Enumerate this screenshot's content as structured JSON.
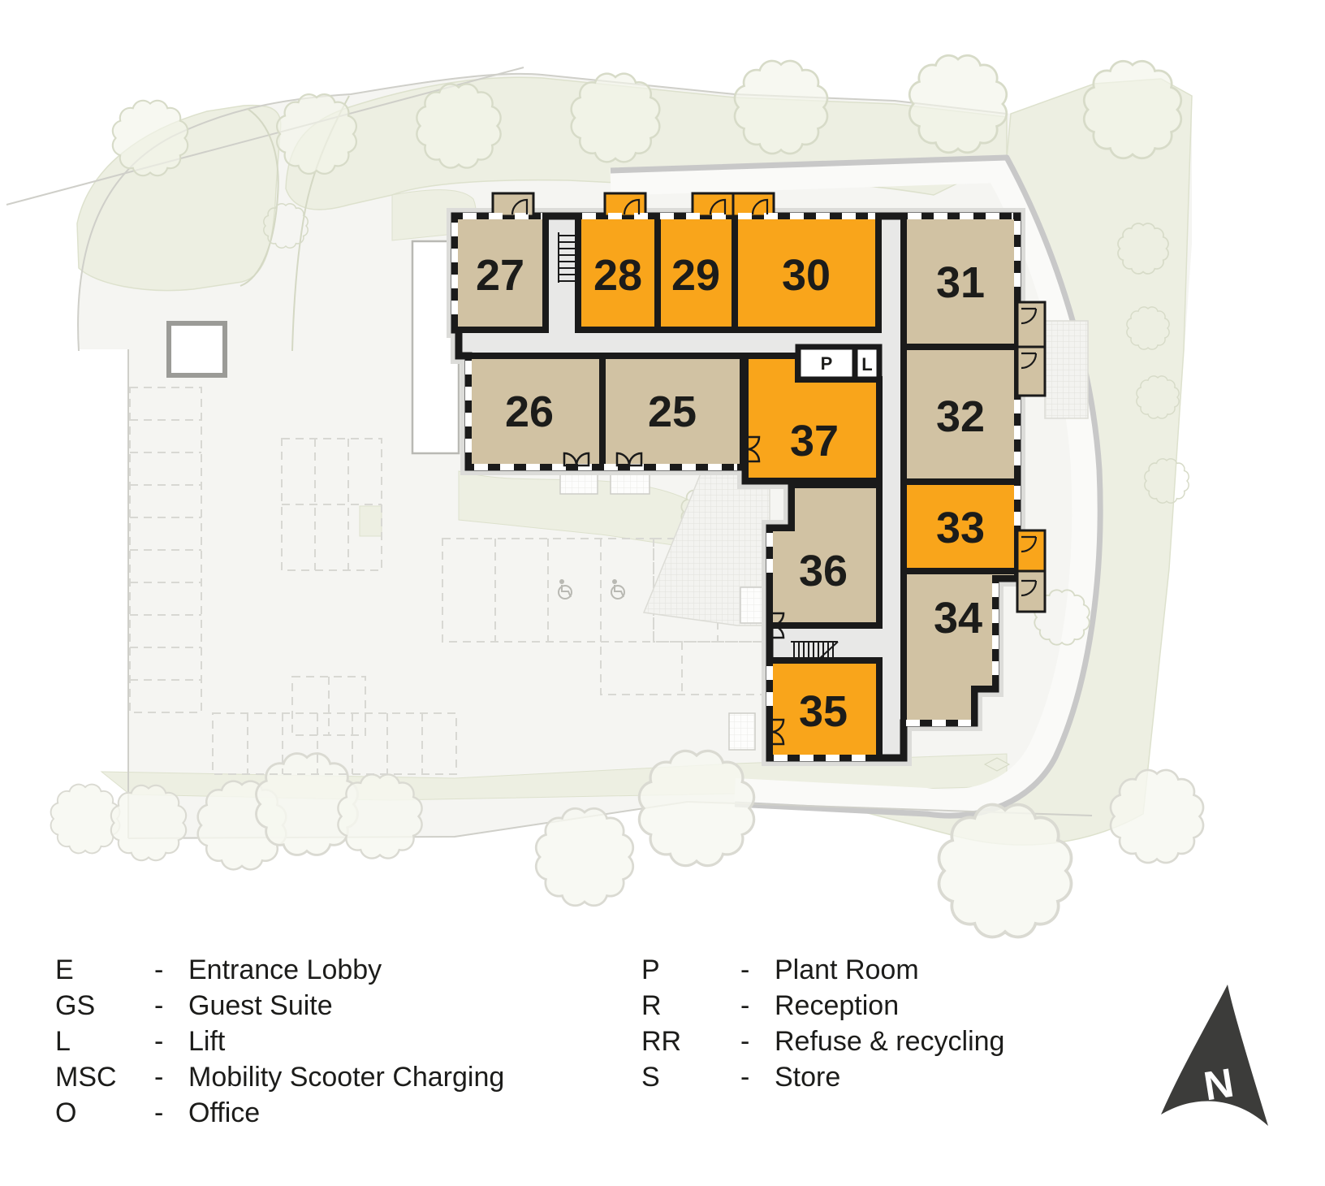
{
  "plan": {
    "rooms": [
      {
        "number": "25",
        "style": "tan"
      },
      {
        "number": "26",
        "style": "tan"
      },
      {
        "number": "27",
        "style": "tan"
      },
      {
        "number": "28",
        "style": "orange"
      },
      {
        "number": "29",
        "style": "orange"
      },
      {
        "number": "30",
        "style": "orange"
      },
      {
        "number": "31",
        "style": "tan"
      },
      {
        "number": "32",
        "style": "tan"
      },
      {
        "number": "33",
        "style": "orange"
      },
      {
        "number": "34",
        "style": "tan"
      },
      {
        "number": "35",
        "style": "orange"
      },
      {
        "number": "36",
        "style": "tan"
      },
      {
        "number": "37",
        "style": "orange"
      }
    ],
    "plant_room_label": "P",
    "lift_label": "L"
  },
  "legend": {
    "separator": "-",
    "left": [
      {
        "abbr": "E",
        "name": "Entrance Lobby"
      },
      {
        "abbr": "GS",
        "name": "Guest Suite"
      },
      {
        "abbr": "L",
        "name": "Lift"
      },
      {
        "abbr": "MSC",
        "name": "Mobility Scooter Charging"
      },
      {
        "abbr": "O",
        "name": "Office"
      }
    ],
    "right": [
      {
        "abbr": "P",
        "name": "Plant Room"
      },
      {
        "abbr": "R",
        "name": "Reception"
      },
      {
        "abbr": "RR",
        "name": "Refuse & recycling"
      },
      {
        "abbr": "S",
        "name": "Store"
      }
    ]
  },
  "compass": {
    "north_label": "N"
  },
  "colors": {
    "orange": "#F9A51B",
    "tan": "#D1C2A3",
    "wall": "#1A1A1A",
    "corridor": "#E8E8E7",
    "landscape_green": "#EDEFE2",
    "path_gray": "#C8C8C8",
    "site_base": "#F5F5F2",
    "compass_dark": "#3C3C3A"
  }
}
